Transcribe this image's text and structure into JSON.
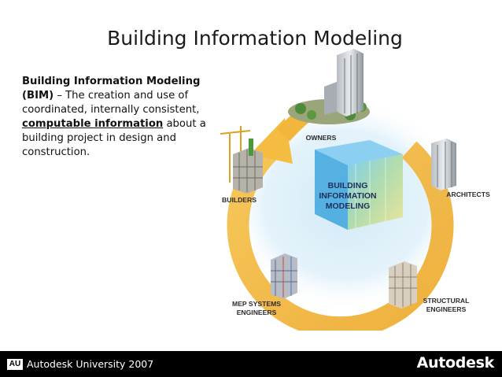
{
  "slide": {
    "title": "Building Information Modeling",
    "definition": {
      "term": "Building Information Modeling (BIM)",
      "dash": " – The creation and use of coordinated, internally consistent, ",
      "emphasis": "computable information",
      "rest": " about a building project in design and construction."
    }
  },
  "diagram": {
    "center_label_lines": [
      "BUILDING",
      "INFORMATION",
      "MODELING"
    ],
    "stakeholders": {
      "owners": "OWNERS",
      "architects": "ARCHITECTS",
      "structural": [
        "STRUCTURAL",
        "ENGINEERS"
      ],
      "mep": [
        "MEP SYSTEMS",
        "ENGINEERS"
      ],
      "builders": "BUILDERS"
    },
    "colors": {
      "cycle_arrow": "#f2b63c",
      "halo": "#bfe0f3",
      "cube_blue": "#4fb3e6"
    }
  },
  "footer": {
    "logo_mark": "AU",
    "event": "Autodesk University 2007",
    "brand": "Autodesk"
  }
}
